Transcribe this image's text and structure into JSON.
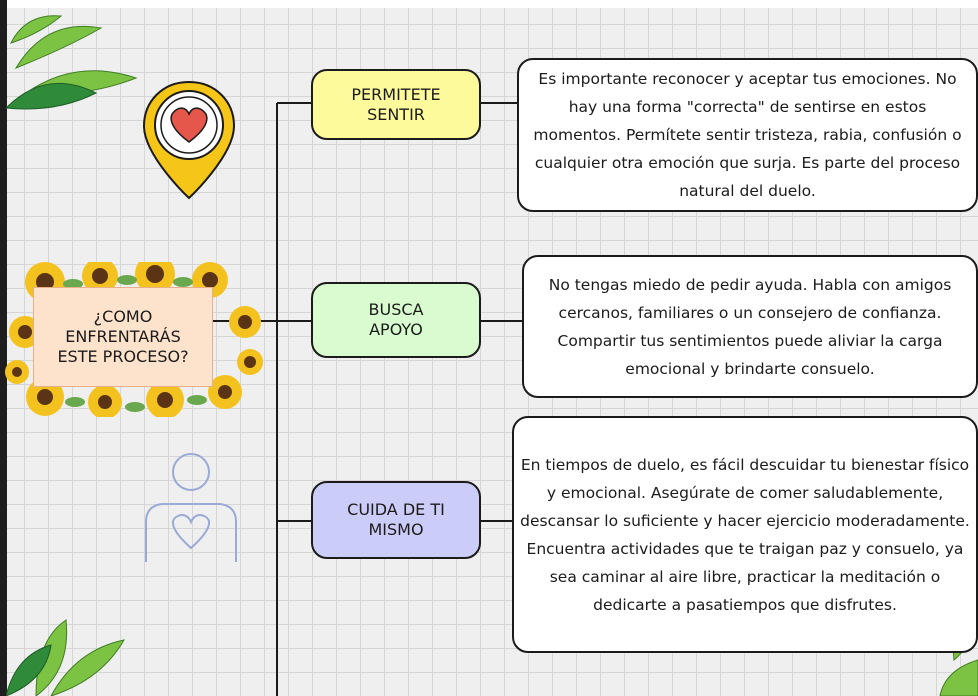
{
  "center": {
    "title": "¿COMO\nENFRENTARÁS\nESTE PROCESO?"
  },
  "branches": [
    {
      "label": "PERMITETE\nSENTIR",
      "color": "#fdfa9b",
      "text": "Es importante reconocer y aceptar tus emociones. No hay una forma \"correcta\" de sentirse en estos momentos. Permítete sentir tristeza, rabia, confusión o cualquier otra emoción que surja. Es parte del proceso natural del duelo."
    },
    {
      "label": "BUSCA\nAPOYO",
      "color": "#d8fbcf",
      "text": "No tengas miedo de pedir ayuda. Habla con amigos cercanos, familiares o un consejero de confianza. Compartir tus sentimientos puede aliviar la carga emocional y brindarte consuelo."
    },
    {
      "label": "CUIDA DE TI\nMISMO",
      "color": "#ccccf8",
      "text": "En tiempos de duelo, es fácil descuidar tu bienestar físico y emocional. Asegúrate de comer saludablemente, descansar lo suficiente y hacer ejercicio moderadamente. Encuentra actividades que te traigan paz y consuelo, ya sea caminar al aire libre, practicar la meditación o dedicarte a pasatiempos que disfrutes."
    }
  ],
  "decorations": {
    "heart_pin": "heart-location-pin-icon",
    "person": "self-love-person-icon",
    "flowers": "sunflower-wreath",
    "leaves": "tropical-leaf-icon",
    "pin_color": "#f5c518",
    "heart_color": "#e4574a"
  }
}
